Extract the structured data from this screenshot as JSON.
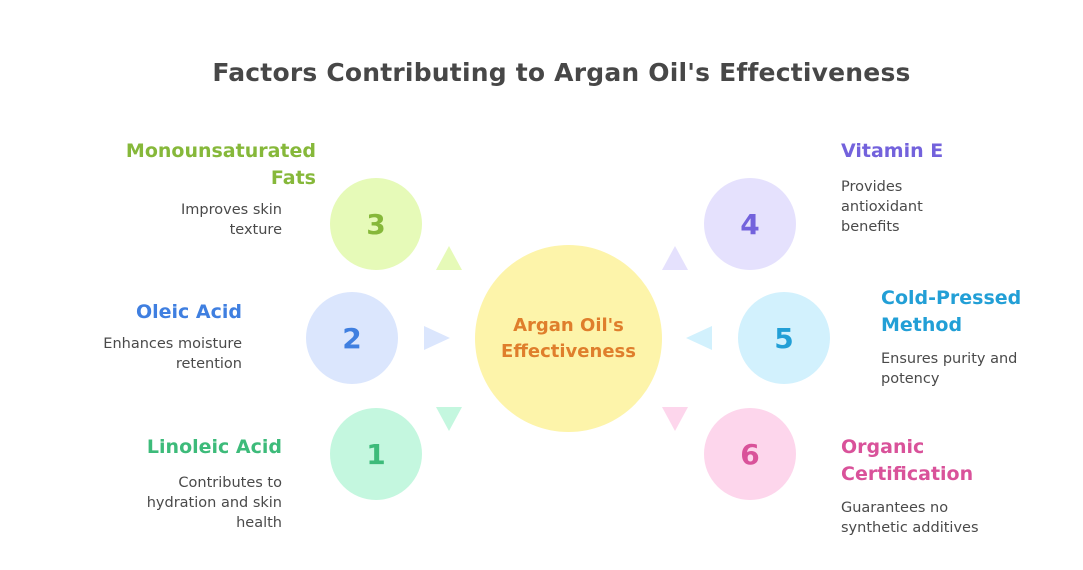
{
  "title": "Factors Contributing to Argan Oil's Effectiveness",
  "center": {
    "label": "Argan Oil's Effectiveness",
    "fill": "#fdf4aa",
    "text_color": "#df7e2c"
  },
  "items": [
    {
      "number": "1",
      "title": "Linoleic Acid",
      "description": "Contributes to hydration and skin health",
      "accent": "#3dbb7a",
      "fill": "#c4f7df",
      "side": "left",
      "arrow": "down"
    },
    {
      "number": "2",
      "title": "Oleic Acid",
      "description": "Enhances moisture retention",
      "accent": "#3f7fe0",
      "fill": "#dbe6fd",
      "side": "left",
      "arrow": "right"
    },
    {
      "number": "3",
      "title": "Monounsaturated Fats",
      "description": "Improves skin texture",
      "accent": "#86b83a",
      "fill": "#e6fab8",
      "side": "left",
      "arrow": "up"
    },
    {
      "number": "4",
      "title": "Vitamin E",
      "description": "Provides antioxidant benefits",
      "accent": "#7362dc",
      "fill": "#e5e1fd",
      "side": "right",
      "arrow": "up"
    },
    {
      "number": "5",
      "title": "Cold-Pressed Method",
      "description": "Ensures purity and potency",
      "accent": "#229fd6",
      "fill": "#d2f1fd",
      "side": "right",
      "arrow": "left"
    },
    {
      "number": "6",
      "title": "Organic Certification",
      "description": "Guarantees no synthetic additives",
      "accent": "#d9529a",
      "fill": "#fdd6ec",
      "side": "right",
      "arrow": "down"
    }
  ]
}
